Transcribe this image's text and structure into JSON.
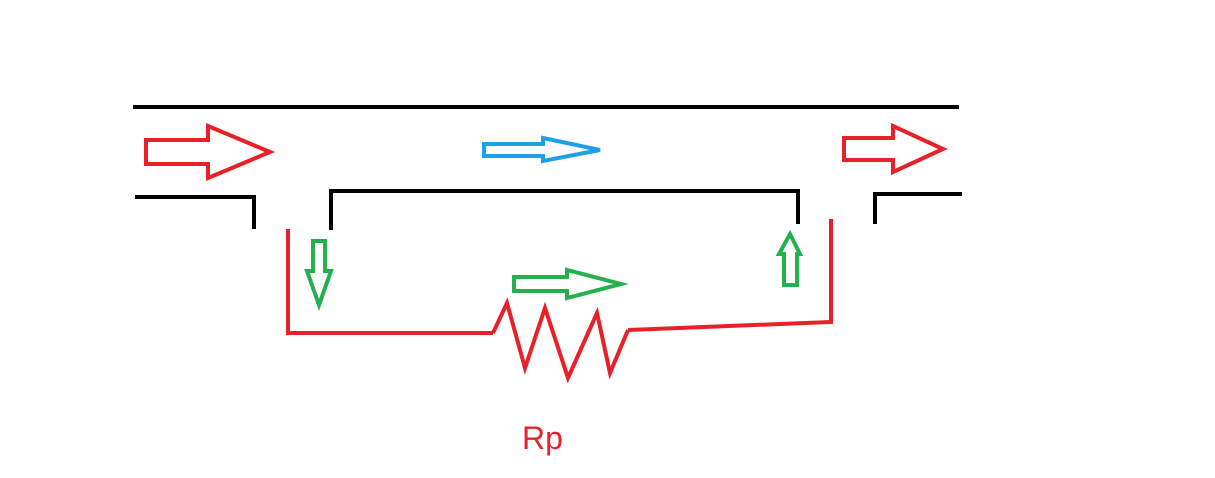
{
  "diagram": {
    "resistor_label": "Rp"
  },
  "colors": {
    "background": "#ffffff",
    "pipe_wall": "#000000",
    "main_flow_arrow": "#e8202a",
    "bypass_flow_arrow": "#1ea0e6",
    "branch_flow_arrow": "#22b14c",
    "branch_circuit": "#e8202a",
    "label": "#e8202a"
  },
  "icons": {
    "inlet_arrow": "right-arrow",
    "outlet_arrow": "right-arrow",
    "bypass_arrow": "right-arrow",
    "branch_in_arrow": "down-arrow",
    "branch_mid_arrow": "right-arrow",
    "branch_out_arrow": "up-arrow",
    "resistor": "zigzag-resistor"
  }
}
